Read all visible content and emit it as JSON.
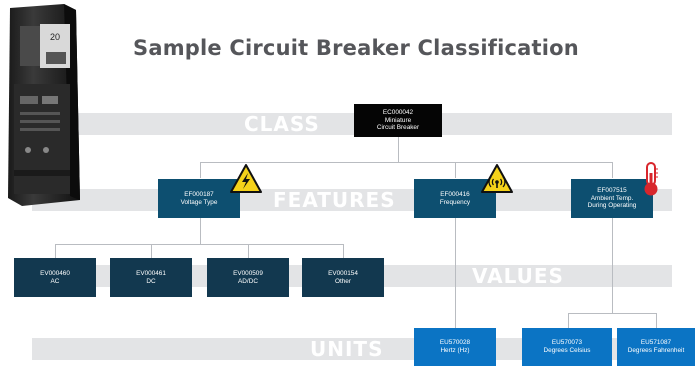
{
  "title": "Sample Circuit Breaker Classification",
  "bands": {
    "class": "CLASS",
    "features": "FEATURES",
    "values": "VALUES",
    "units": "UNITS"
  },
  "class_node": {
    "code": "EC000042",
    "line1": "Miniature",
    "line2": "Circuit Breaker"
  },
  "features": [
    {
      "code": "EF000187",
      "line1": "Voltage Type",
      "line2": ""
    },
    {
      "code": "EF000416",
      "line1": "Frequency",
      "line2": ""
    },
    {
      "code": "EF007515",
      "line1": "Ambient Temp.",
      "line2": "During Operating"
    }
  ],
  "values": [
    {
      "code": "EV000460",
      "label": "AC"
    },
    {
      "code": "EV000461",
      "label": "DC"
    },
    {
      "code": "EV000509",
      "label": "AD/DC"
    },
    {
      "code": "EV000154",
      "label": "Other"
    }
  ],
  "units": [
    {
      "code": "EU570028",
      "label": "Hertz (Hz)"
    },
    {
      "code": "EU570073",
      "label": "Degrees Celsius"
    },
    {
      "code": "EU571087",
      "label": "Degrees Fahrenheit"
    }
  ],
  "breaker_rating": "20",
  "icons": [
    "high-voltage-warning-icon",
    "wireless-signal-warning-icon",
    "thermometer-icon",
    "circuit-breaker-image"
  ],
  "colors": {
    "class_box": "#050505",
    "feature_box": "#0d4f70",
    "value_box": "#12384f",
    "unit_box": "#0b74c4",
    "band": "#e3e4e6",
    "warning": "#f5d21a",
    "thermometer": "#d8262c"
  }
}
